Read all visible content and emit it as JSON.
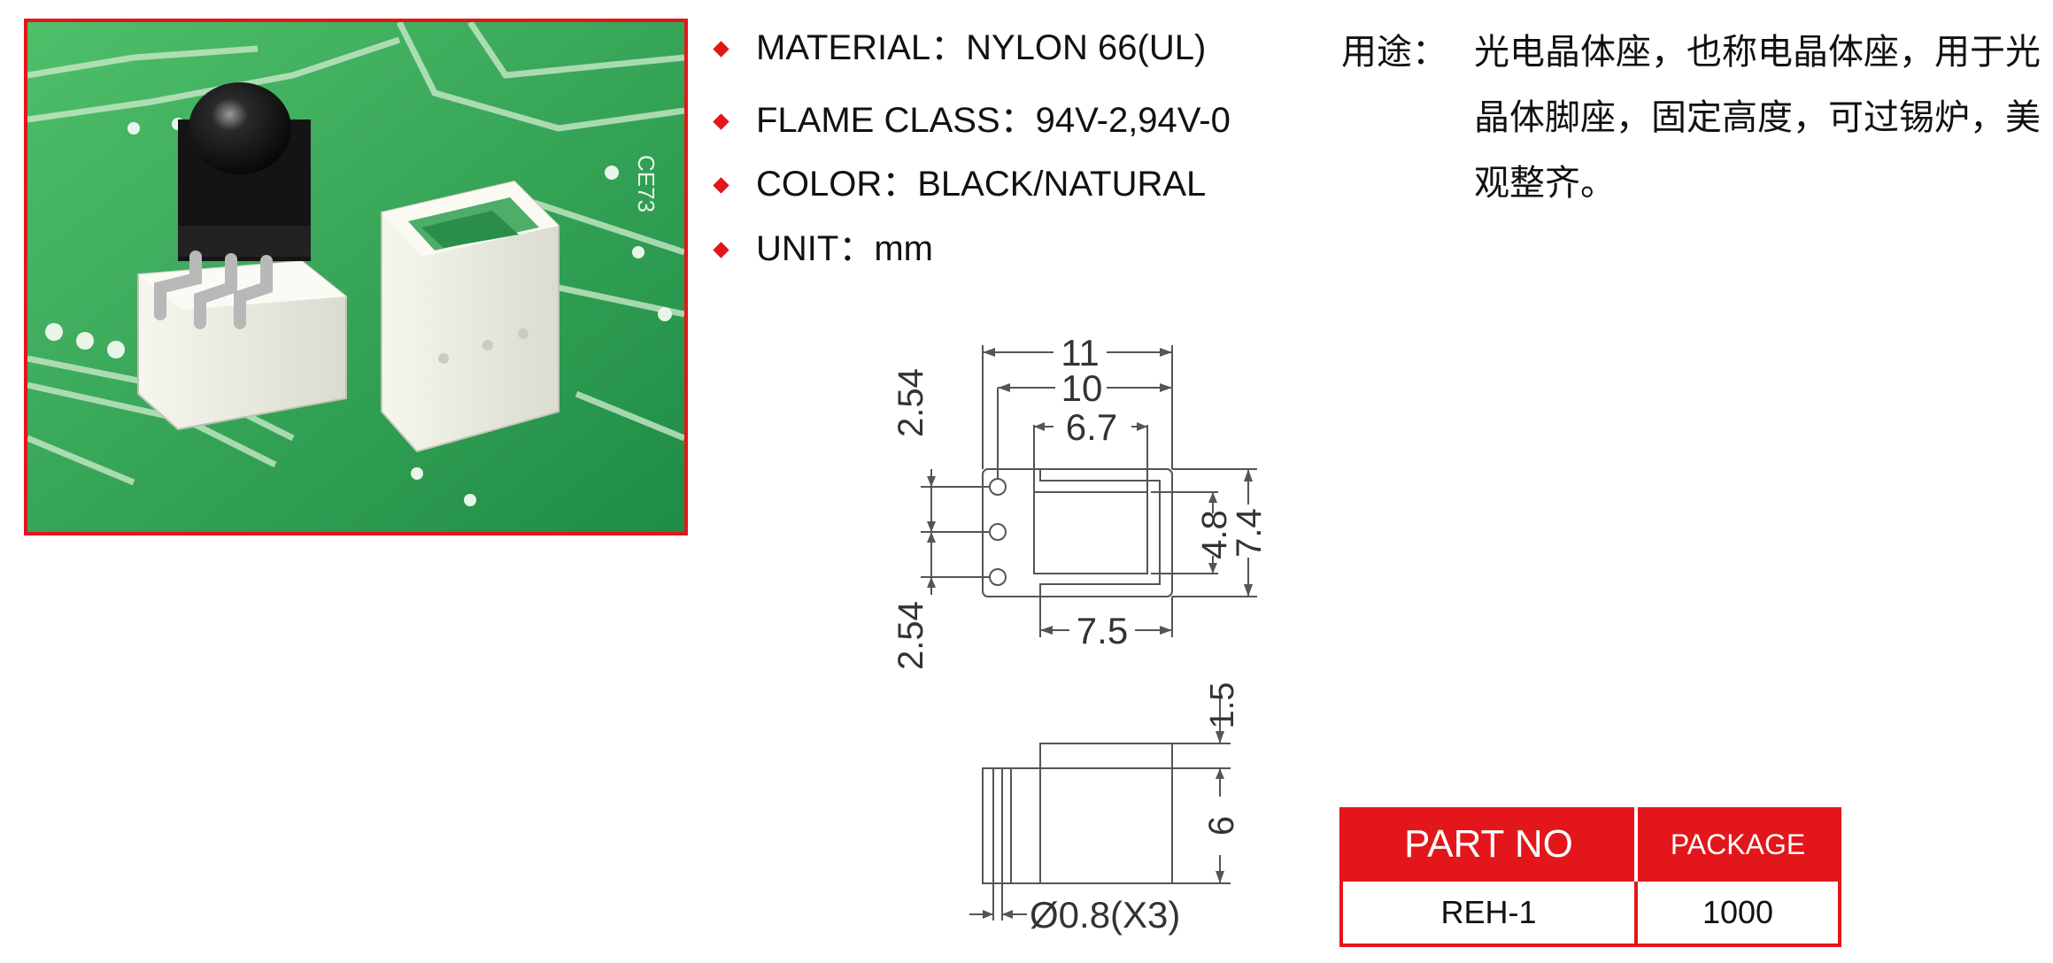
{
  "photo": {
    "icon": "product-photo-ir-receiver-holder",
    "pcb_marking": "CE73",
    "frame_color": "#e3161b",
    "pcb_color": "#2fa657"
  },
  "specs": [
    {
      "label": "MATERIAL",
      "sep": "：",
      "value": "NYLON 66(UL)"
    },
    {
      "label": "FLAME CLASS",
      "sep": "：",
      "value": "94V-2,94V-0"
    },
    {
      "label": "COLOR",
      "sep": "：",
      "value": "BLACK/NATURAL"
    },
    {
      "label": "UNIT",
      "sep": "：",
      "value": "mm"
    }
  ],
  "usage": {
    "label": "用途：",
    "text": "光电晶体座，也称电晶体座，用于光晶体脚座，固定高度，可过锡炉，美观整齐。"
  },
  "drawing": {
    "top_view": {
      "dim_width_outer": "11",
      "dim_width_inner": "10",
      "dim_window": "6.7",
      "dim_pitch_top": "2.54",
      "dim_pitch_bottom": "2.54",
      "dim_window_height": "4.8",
      "dim_height": "7.4",
      "dim_slot": "7.5"
    },
    "side_view": {
      "dim_step": "1.5",
      "dim_body": "6",
      "dim_pin": "Ø0.8(X3)"
    }
  },
  "table": {
    "headers": [
      "PART NO",
      "PACKAGE"
    ],
    "rows": [
      [
        "REH-1",
        "1000"
      ]
    ],
    "accent": "#e3161b"
  }
}
